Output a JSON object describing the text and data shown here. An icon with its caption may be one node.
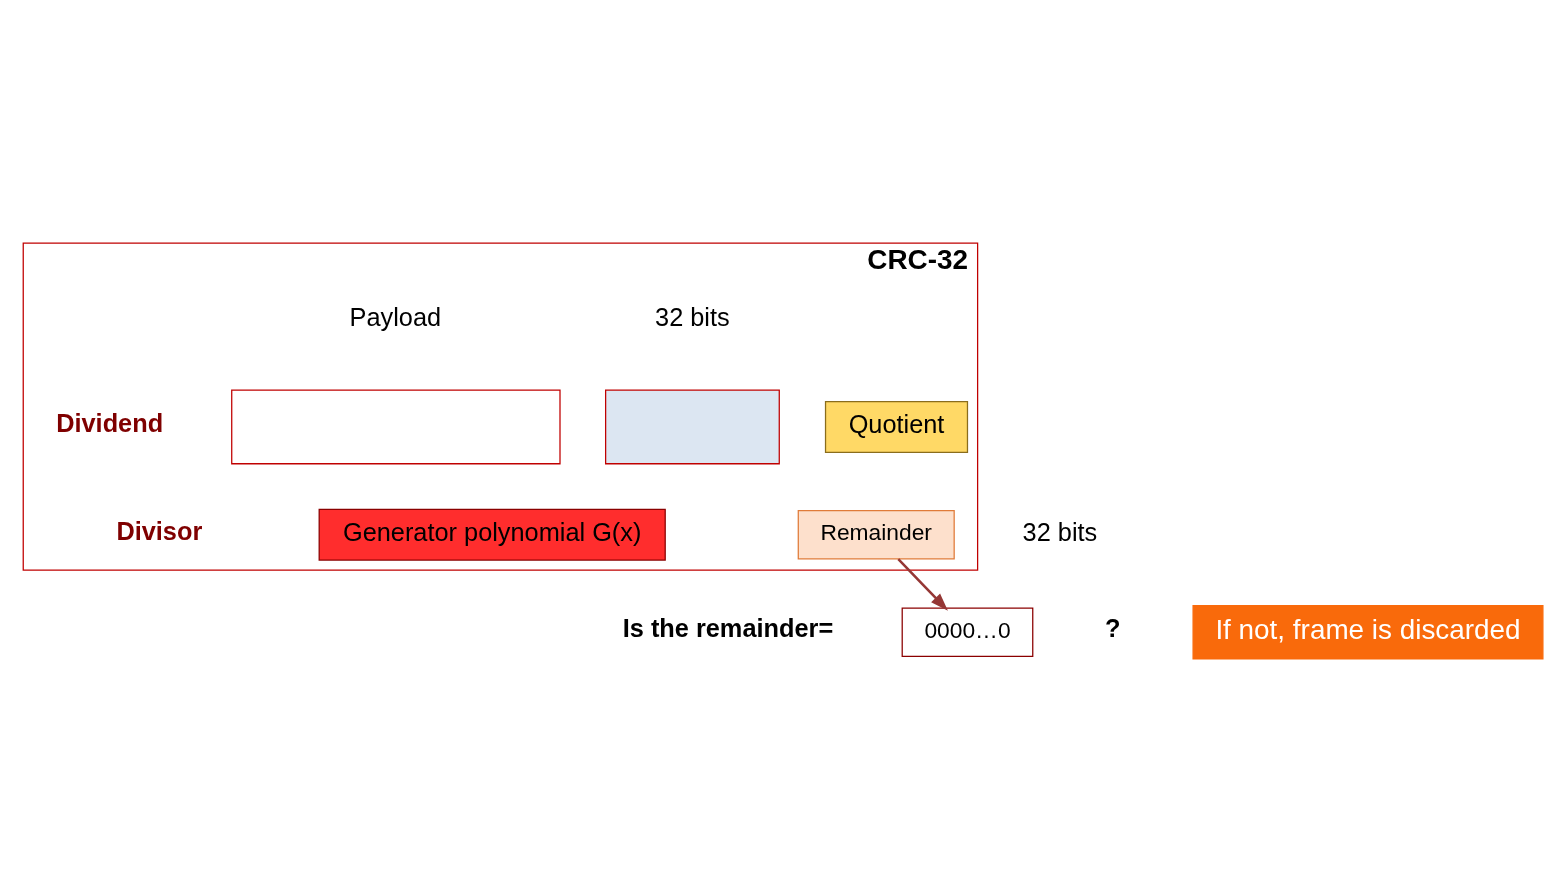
{
  "diagram": {
    "nodes": [
      {
        "text": [
          "CRC-32"
        ]
      },
      {
        "text": [],
        "shape": "box",
        "in": 0
      },
      {
        "text": [],
        "shape": "box",
        "in": 0
      },
      {
        "text": [
          "Generator polynomial G(x)"
        ],
        "in": 0
      },
      {
        "text": [
          "Quotient"
        ],
        "in": 0
      },
      {
        "text": [
          "Remainder"
        ],
        "in": 0
      },
      {
        "text": [
          "0000…0"
        ]
      },
      {
        "text": [
          "If not, frame is discarded"
        ]
      }
    ],
    "edges": [
      {
        "from": 5,
        "to": 6,
        "arrow": "to"
      }
    ],
    "labels": [
      "Payload",
      "32 bits",
      "Dividend",
      "Divisor",
      "32 bits",
      "Is the remainder=",
      "?"
    ]
  }
}
